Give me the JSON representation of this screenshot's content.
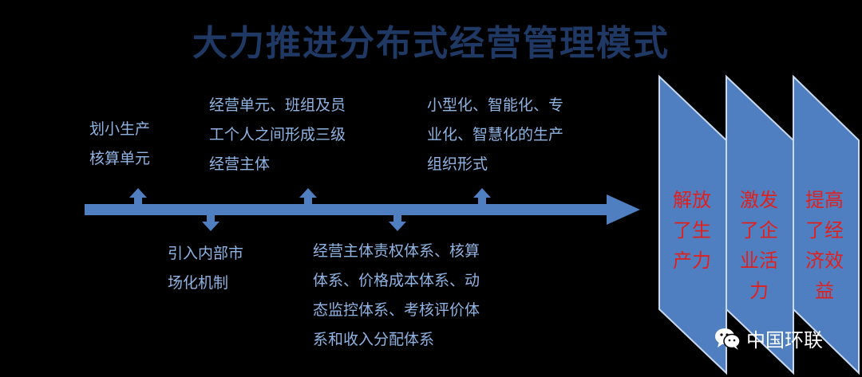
{
  "title": "大力推进分布式经营管理模式",
  "notes": {
    "n1": "划小生产\n核算单元",
    "n2": "经营单元、班组及员\n工个人之间形成三级\n经营主体",
    "n3": "小型化、智能化、专\n业化、智慧化的生产\n组织形式",
    "n4": "引入内部市\n场化机制",
    "n5": "经营主体责权体系、核算\n体系、价格成本体系、动\n态监控体系、考核评价体\n系和收入分配体系"
  },
  "outcomes": [
    "解放\n了生\n产力",
    "激发\n了企\n业活\n力",
    "提高\n了经\n济效\n益"
  ],
  "brand": "中国环联",
  "colors": {
    "background": "#000000",
    "arrow": "#4f7fc0",
    "note_text": "#8fb4e3",
    "title": "#1f3864",
    "outcome_text": "#e0201f",
    "outcome_fill": "#4f7fc0"
  }
}
